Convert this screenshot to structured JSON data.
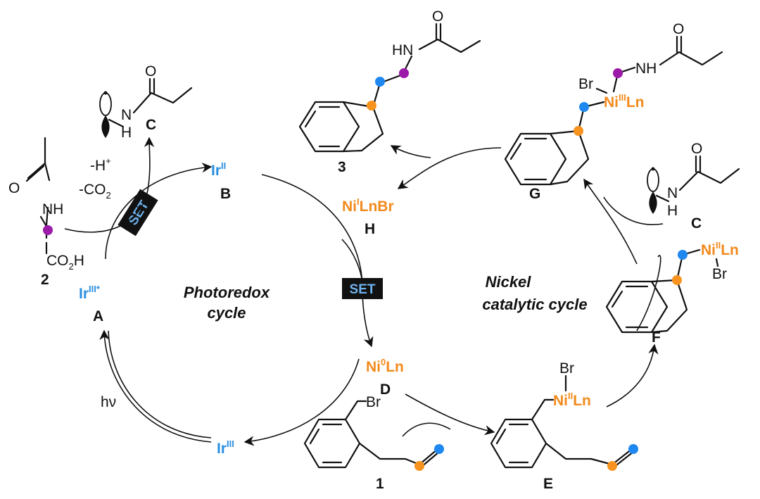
{
  "cycles": {
    "photoredox_line1": "Photoredox",
    "photoredox_line2": "cycle",
    "nickel_line1": "Nickel",
    "nickel_line2": "catalytic cycle"
  },
  "set_label": "SET",
  "light_label": "hν",
  "reagents": {
    "deprot": "-H",
    "deprot_sup": "+",
    "co2_pre": "-CO",
    "co2_sub": "2"
  },
  "species": {
    "A": {
      "label": "A",
      "base": "Ir",
      "sup": "III*"
    },
    "B": {
      "label": "B",
      "base": "Ir",
      "sup": "II"
    },
    "Ir3": {
      "base": "Ir",
      "sup": "III"
    },
    "D": {
      "label": "D",
      "base": "Ni",
      "sup": "0",
      "suffix": "Ln"
    },
    "H": {
      "label": "H",
      "base": "Ni",
      "sup": "I",
      "suffix": "LnBr"
    },
    "E": {
      "label": "E",
      "ni_base": "Ni",
      "ni_sup": "II",
      "ni_suffix": "Ln",
      "br": "Br"
    },
    "F": {
      "label": "F",
      "ni_base": "Ni",
      "ni_sup": "II",
      "ni_suffix": "Ln",
      "br": "Br"
    },
    "G": {
      "label": "G",
      "ni_base": "Ni",
      "ni_sup": "III",
      "ni_suffix": "Ln",
      "br": "Br",
      "nh": "NH",
      "o": "O"
    },
    "C_top": {
      "label": "C",
      "nh_n": "N",
      "nh_h": "H",
      "o": "O"
    },
    "C_right": {
      "label": "C",
      "nh_n": "N",
      "nh_h": "H",
      "o": "O"
    },
    "compound1": {
      "label": "1",
      "br": "Br"
    },
    "compound2": {
      "label": "2",
      "o": "O",
      "nh": "NH",
      "co2h_pre": "CO",
      "co2h_sub": "2",
      "co2h_post": "H"
    },
    "compound3": {
      "label": "3",
      "hn": "HN",
      "o": "O"
    }
  },
  "colors": {
    "blue_dot": "#1e88f0",
    "orange_dot": "#f7931e",
    "purple_dot": "#9c1aa8",
    "ir_blue": "#2a8fe0",
    "ni_orange": "#f28a1c",
    "set_text": "#6fb3ee"
  }
}
